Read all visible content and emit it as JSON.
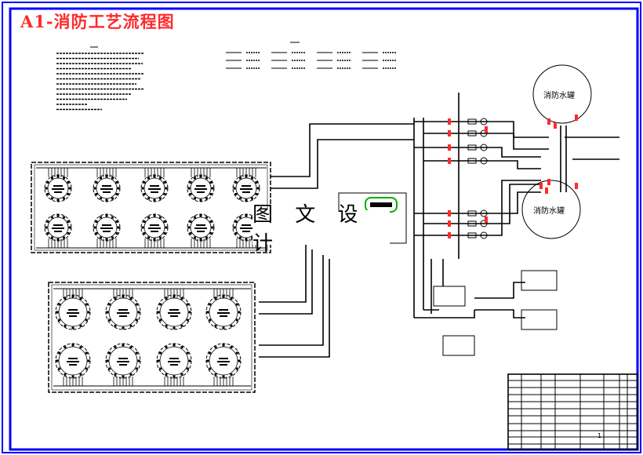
{
  "drawing": {
    "title": "A1-消防工艺流程图",
    "watermark": "图 文 设 计"
  },
  "tanks": {
    "upper_label": "消防水罐",
    "lower_label": "消防水罐"
  },
  "colors": {
    "border": "#0000ff",
    "title": "#ff2a2a",
    "lines": "#000000",
    "valve_accent": "#ff2a2a",
    "foam_unit": "#00b000"
  },
  "title_block": {
    "sheet_number": "1"
  }
}
